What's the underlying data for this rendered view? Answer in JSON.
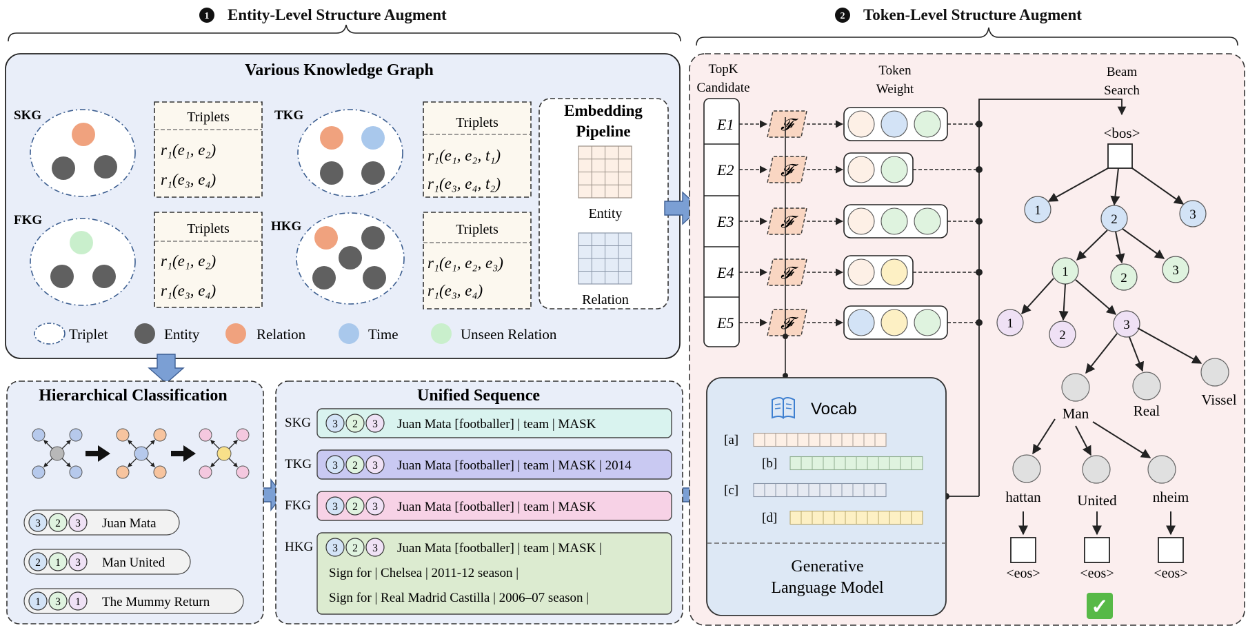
{
  "section1": {
    "badge": "❶",
    "title": "Entity-Level Structure Augment"
  },
  "section2": {
    "badge": "❷",
    "title": "Token-Level Structure Augment"
  },
  "kg_panel": {
    "title": "Various Knowledge Graph",
    "graphs": [
      {
        "label": "SKG",
        "triplets_header": "Triplets",
        "rows": [
          "r₁(e₁, e₂)",
          "r₁(e₃, e₄)"
        ]
      },
      {
        "label": "TKG",
        "triplets_header": "Triplets",
        "rows": [
          "r₁(e₁, e₂, t₁)",
          "r₁(e₃, e₄, t₂)"
        ]
      },
      {
        "label": "FKG",
        "triplets_header": "Triplets",
        "rows": [
          "r₁(e₁, e₂)",
          "r₁(e₃, e₄)"
        ]
      },
      {
        "label": "HKG",
        "triplets_header": "Triplets",
        "rows": [
          "r₁(e₁, e₂, e₃)",
          "r₁(e₃, e₄)"
        ]
      }
    ],
    "embedding": {
      "title_line1": "Embedding",
      "title_line2": "Pipeline",
      "entity": "Entity",
      "relation": "Relation"
    },
    "legend": [
      {
        "label": "Triplet",
        "kind": "triplet"
      },
      {
        "label": "Entity",
        "kind": "entity",
        "color": "#606060"
      },
      {
        "label": "Relation",
        "kind": "relation",
        "color": "#f0a27e"
      },
      {
        "label": "Time",
        "kind": "time",
        "color": "#a9c8ec"
      },
      {
        "label": "Unseen Relation",
        "kind": "unseen",
        "color": "#c9efcc"
      }
    ]
  },
  "hier_panel": {
    "title": "Hierarchical Classification",
    "items": [
      {
        "ids": [
          "3",
          "2",
          "3"
        ],
        "label": "Juan Mata"
      },
      {
        "ids": [
          "2",
          "1",
          "3"
        ],
        "label": "Man United"
      },
      {
        "ids": [
          "1",
          "3",
          "1"
        ],
        "label": "The Mummy Return"
      }
    ]
  },
  "seq_panel": {
    "title": "Unified Sequence",
    "rows": [
      {
        "label": "SKG",
        "ids": [
          "3",
          "2",
          "3"
        ],
        "lines": [
          "Juan Mata [footballer] | team | MASK"
        ],
        "color": "#d9f3ef"
      },
      {
        "label": "TKG",
        "ids": [
          "3",
          "2",
          "3"
        ],
        "lines": [
          "Juan Mata [footballer] | team | MASK | 2014"
        ],
        "color": "#c9c9f2"
      },
      {
        "label": "FKG",
        "ids": [
          "3",
          "2",
          "3"
        ],
        "lines": [
          "Juan Mata [footballer] | team | MASK"
        ],
        "color": "#f7d2e6"
      },
      {
        "label": "HKG",
        "ids": [
          "3",
          "2",
          "3"
        ],
        "lines": [
          "Juan Mata [footballer] | team | MASK |",
          "Sign for | Chelsea | 2011-12 season |",
          "Sign for | Real Madrid Castilla | 2006–07 season |"
        ],
        "color": "#dcebd0"
      }
    ]
  },
  "token_panel": {
    "topk_line1": "TopK",
    "topk_line2": "Candidate",
    "weight_line1": "Token",
    "weight_line2": "Weight",
    "beam_line1": "Beam",
    "beam_line2": "Search",
    "candidates": [
      "E1",
      "E2",
      "E3",
      "E4",
      "E5"
    ],
    "f_symbol": "𝓕",
    "weights": [
      [
        "#fdf0e6",
        "#d3e3f6",
        "#dff3df"
      ],
      [
        "#fdf0e6",
        "#dff3df"
      ],
      [
        "#fdf0e6",
        "#dff3df",
        "#dff3df"
      ],
      [
        "#fdf0e6",
        "#fdf0c4"
      ],
      [
        "#d3e3f6",
        "#fdf0c4",
        "#dff3df"
      ]
    ],
    "vocab_title": "Vocab",
    "vocab_rows": [
      "[a]",
      "[b]",
      "[c]",
      "[d]"
    ],
    "lm_line1": "Generative",
    "lm_line2": "Language Model",
    "beam": {
      "bos": "<bos>",
      "eos": "<eos>",
      "level1": [
        "1",
        "2",
        "3"
      ],
      "level2": [
        "1",
        "2",
        "3"
      ],
      "level3": [
        "1",
        "2",
        "3"
      ],
      "tokens": [
        "Man",
        "Real",
        "Vissel"
      ],
      "subtokens": [
        "hattan",
        "United",
        "nheim"
      ],
      "check": "✓"
    }
  }
}
